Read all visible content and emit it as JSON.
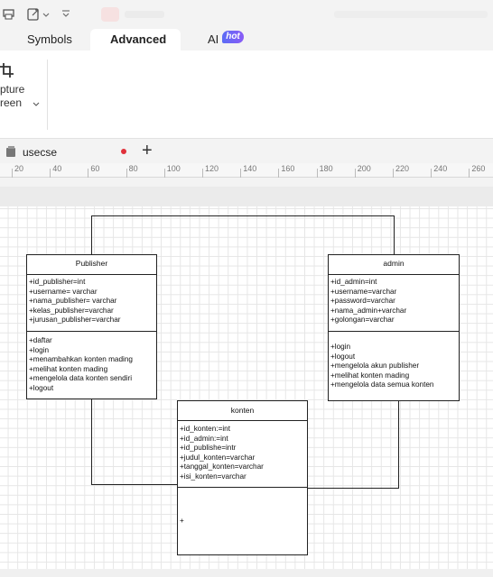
{
  "toolbar": {
    "icons": [
      "print-icon",
      "export-icon",
      "dropdown-icon",
      "more-icon"
    ]
  },
  "tabs": [
    {
      "label": "Symbols"
    },
    {
      "label": "Advanced"
    },
    {
      "label": "AI"
    }
  ],
  "hot_badge": "hot",
  "ribbon": {
    "capture_line1": "pture",
    "capture_line2": "reen"
  },
  "document": {
    "name": "usecse"
  },
  "ruler": {
    "labels": [
      "20",
      "40",
      "60",
      "80",
      "100",
      "120",
      "140",
      "160",
      "180",
      "200",
      "220",
      "240",
      "260"
    ]
  },
  "diagram": {
    "classes": [
      {
        "name": "Publisher",
        "attributes": [
          "+id_publisher=int",
          "+username= varchar",
          "+nama_publisher= varchar",
          "+kelas_publisher=varchar",
          "+jurusan_publisher=varchar"
        ],
        "methods": [
          "+daftar",
          "+login",
          "+menambahkan konten mading",
          "+melihat konten mading",
          "+mengelola data konten sendiri",
          "+logout"
        ]
      },
      {
        "name": "admin",
        "attributes": [
          "+id_admin=int",
          "+username=varchar",
          "+password=varchar",
          "+nama_admin+varchar",
          "+golongan=varchar"
        ],
        "methods": [
          "+login",
          "+logout",
          "+mengelola akun publisher",
          "+melihat konten mading",
          "+mengelola data semua konten"
        ]
      },
      {
        "name": "konten",
        "attributes": [
          "+id_konten:=int",
          "+id_admin:=int",
          "+id_publishe=intr",
          "+judul_konten=varchar",
          "+tanggal_konten=varchar",
          "+isi_konten=varchar"
        ],
        "methods": [
          "+"
        ]
      }
    ]
  },
  "colors": {
    "accent_tab_bg": "#ffffff",
    "hot_badge": "#6b63f5",
    "unsaved_dot": "#e0303a"
  }
}
